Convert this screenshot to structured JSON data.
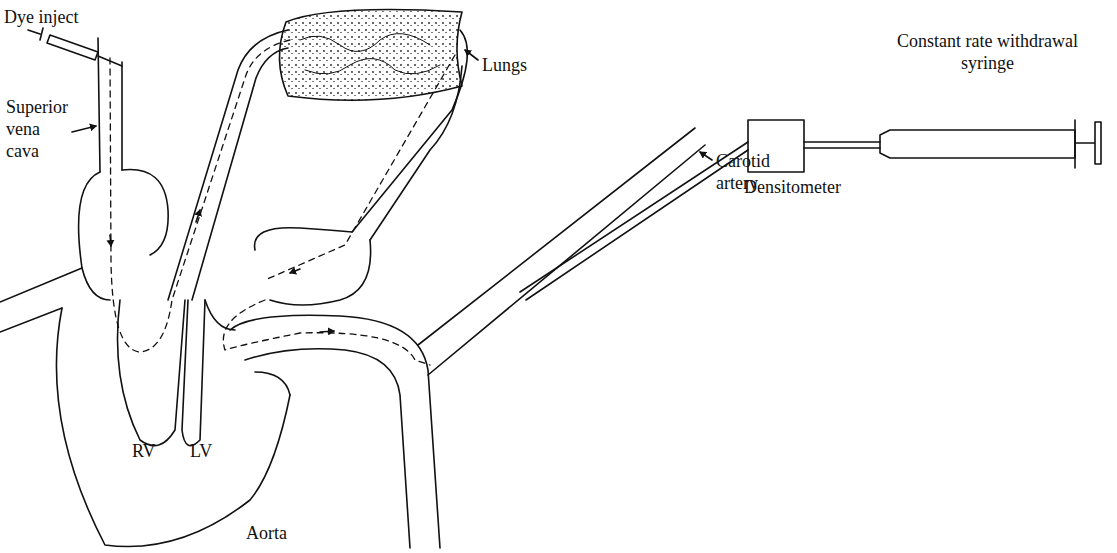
{
  "diagram": {
    "labels": [
      "Dye inject",
      "Lungs",
      "Superior vena cava",
      "Constant rate withdrawal syringe",
      "Carotid artery",
      "Densitometer",
      "RV",
      "LV",
      "Aorta"
    ]
  }
}
